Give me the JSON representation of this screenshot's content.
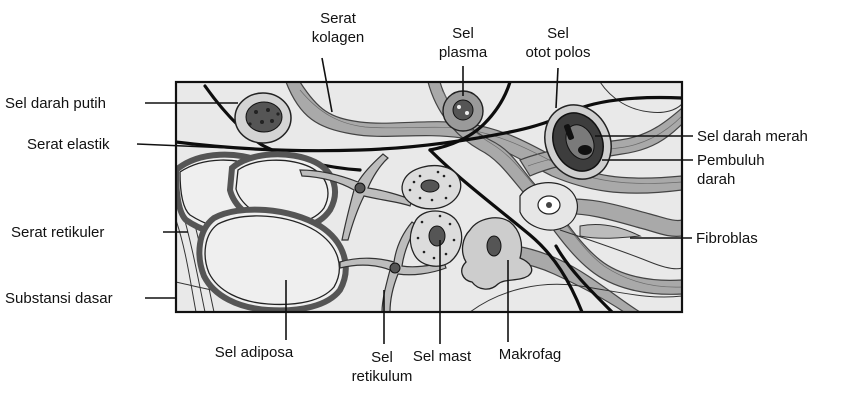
{
  "diagram": {
    "labels": {
      "serat_kolagen_1": "Serat",
      "serat_kolagen_2": "kolagen",
      "sel_plasma_1": "Sel",
      "sel_plasma_2": "plasma",
      "sel_otot_1": "Sel",
      "sel_otot_2": "otot polos",
      "sel_darah_putih": "Sel darah putih",
      "serat_elastik": "Serat elastik",
      "serat_retikuler": "Serat retikuler",
      "substansi_dasar": "Substansi dasar",
      "sel_darah_merah": "Sel darah merah",
      "pembuluh_1": "Pembuluh",
      "pembuluh_2": "darah",
      "fibroblas": "Fibroblas",
      "sel_adiposa": "Sel adiposa",
      "sel_retikulum_1": "Sel",
      "sel_retikulum_2": "retikulum",
      "sel_mast": "Sel mast",
      "makrofag": "Makrofag"
    }
  }
}
